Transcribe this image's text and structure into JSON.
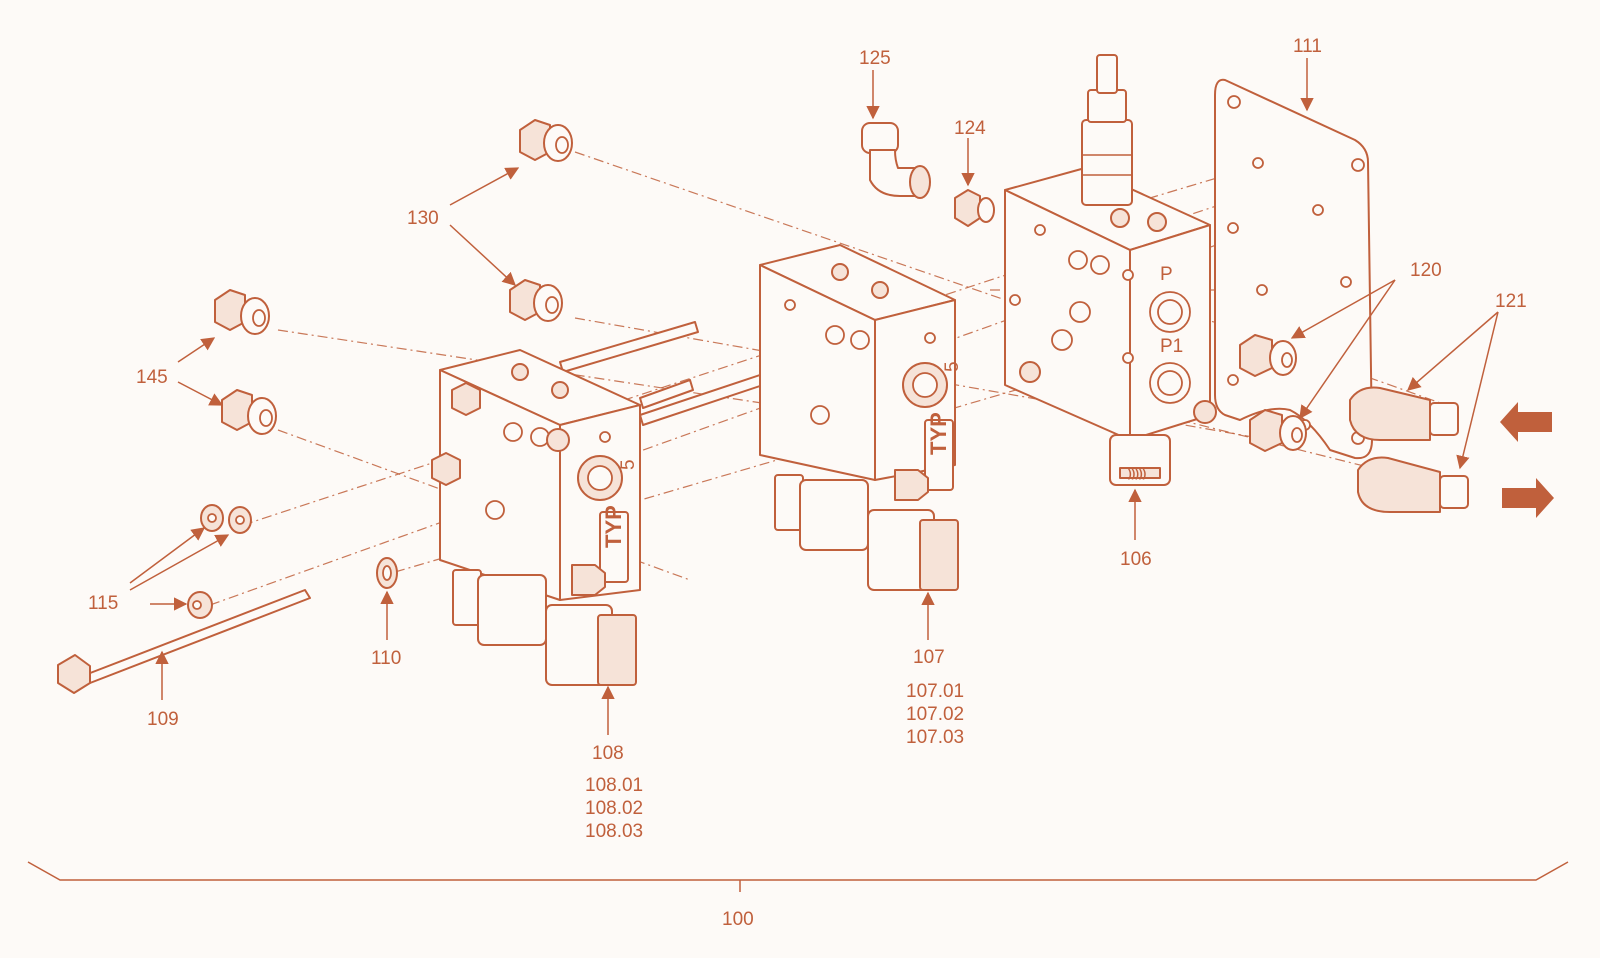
{
  "theme": {
    "line_color": "#c0603c",
    "background": "#fdfaf7"
  },
  "parts": {
    "p100": "100",
    "p106": "106",
    "p107": "107",
    "p107_01": "107.01",
    "p107_02": "107.02",
    "p107_03": "107.03",
    "p108": "108",
    "p108_01": "108.01",
    "p108_02": "108.02",
    "p108_03": "108.03",
    "p109": "109",
    "p110": "110",
    "p111": "111",
    "p115": "115",
    "p120": "120",
    "p121": "121",
    "p124": "124",
    "p125": "125",
    "p130": "130",
    "p145": "145"
  },
  "markings": {
    "typ_a": "TYP",
    "typ_b": "TYP",
    "port_p": "P",
    "port_p1": "P1",
    "digit_5a": "5",
    "digit_5b": "5"
  },
  "flow_arrows": [
    {
      "name": "flow-arrow-in-icon",
      "direction": "left"
    },
    {
      "name": "flow-arrow-out-icon",
      "direction": "right"
    }
  ]
}
